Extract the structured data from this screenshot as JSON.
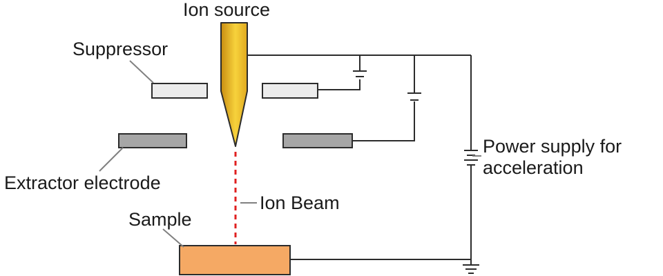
{
  "labels": {
    "ion_source": "Ion source",
    "suppressor": "Suppressor",
    "extractor": "Extractor electrode",
    "ion_beam": "Ion Beam",
    "sample": "Sample",
    "power_supply_line1": "Power supply for",
    "power_supply_line2": "acceleration"
  },
  "colors": {
    "tip_gold_light": "#f7d23c",
    "tip_gold_dark": "#c98d12",
    "suppressor_fill": "#ececec",
    "extractor_fill": "#a6a6a6",
    "sample_fill": "#f5a964",
    "beam": "#e02020",
    "wire": "#2b2b2b"
  }
}
